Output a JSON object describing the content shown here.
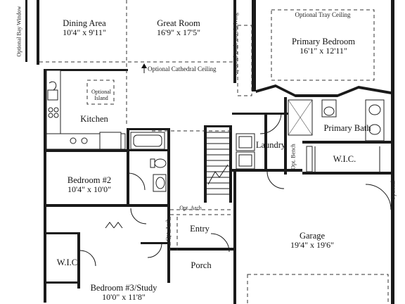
{
  "rooms": {
    "dining": {
      "name": "Dining Area",
      "dims": "10'4\" x 9'11\""
    },
    "great_room": {
      "name": "Great Room",
      "dims": "16'9\" x 17'5\""
    },
    "primary_bedroom": {
      "name": "Primary Bedroom",
      "dims": "16'1\" x 12'11\""
    },
    "kitchen": {
      "name": "Kitchen"
    },
    "primary_bath": {
      "name": "Primary Bath"
    },
    "laundry": {
      "name": "Laundry"
    },
    "wic_primary": {
      "name": "W.I.C."
    },
    "bedroom2": {
      "name": "Bedroom #2",
      "dims": "10'4\" x 10'0\""
    },
    "garage": {
      "name": "Garage",
      "dims": "19'4\" x 19'6\""
    },
    "entry": {
      "name": "Entry"
    },
    "porch": {
      "name": "Porch"
    },
    "wic_lower": {
      "name": "W.I.C."
    },
    "bedroom3": {
      "name": "Bedroom #3/Study",
      "dims": "10'0\" x 11'8\""
    }
  },
  "options": {
    "tray_ceiling": "Optional Tray Ceiling",
    "bay_window": "Optional Bay Window",
    "built_in_shelving": "Optional Built-Ins Shelving",
    "cathedral_ceiling": "Optional Cathedral Ceiling",
    "island_line1": "Optional",
    "island_line2": "Island",
    "opt_arch_upper": "Opt. Arch",
    "opt_arch_lower": "Opt. Arch",
    "opt_bench": "Opt. Bench",
    "optional_door": "Optional"
  }
}
